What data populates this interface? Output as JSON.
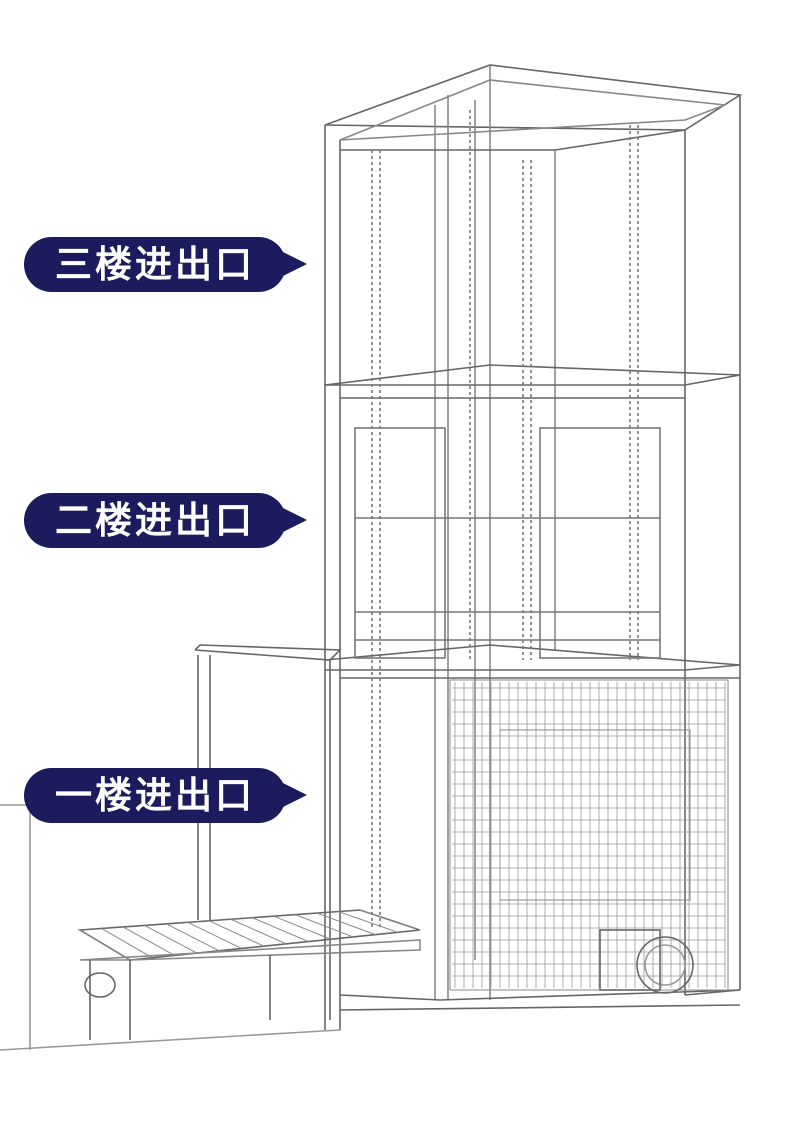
{
  "labels": [
    {
      "text": "三楼进出口"
    },
    {
      "text": "二楼进出口"
    },
    {
      "text": "一楼进出口"
    }
  ],
  "colors": {
    "label_bg": "#1b1b5e",
    "label_text": "#ffffff",
    "line": "#555555"
  }
}
